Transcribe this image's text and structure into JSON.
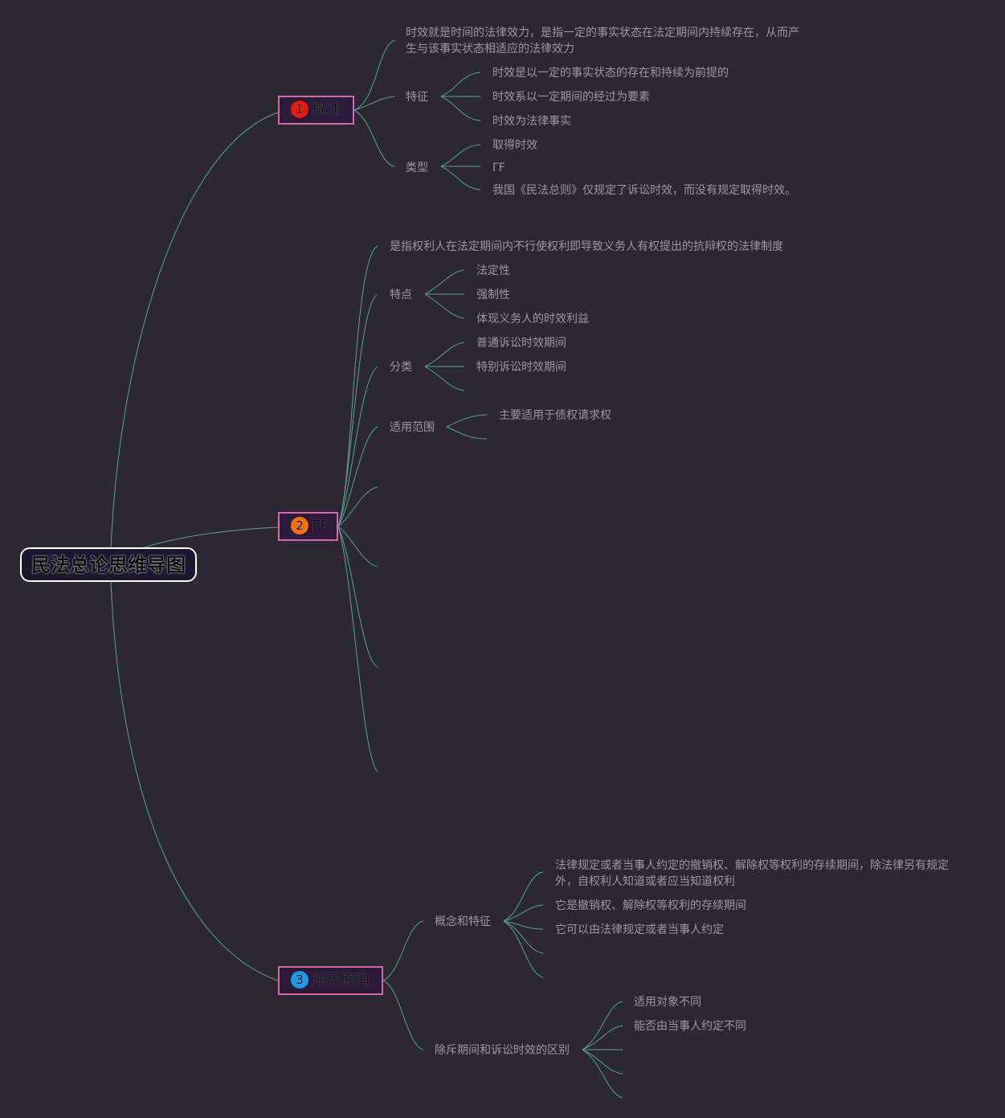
{
  "root": {
    "title": "民法总论思维导图"
  },
  "branches": [
    {
      "number": "1",
      "label": "概述",
      "badge_color": "#e31b12"
    },
    {
      "number": "2",
      "label": "ΓF",
      "badge_color": "#f07415"
    },
    {
      "number": "3",
      "label": "除斥期间",
      "badge_color": "#1f9ae8"
    }
  ],
  "b1": {
    "definition": "时效就是时间的法律效力，是指一定的事实状态在法定期间内持续存在，从而产生与该事实状态相适应的法律效力",
    "features": {
      "label": "特征",
      "items": [
        "时效是以一定的事实状态的存在和持续为前提的",
        "时效系以一定期间的经过为要素",
        "时效为法律事实"
      ]
    },
    "types": {
      "label": "类型",
      "items": [
        "取得时效",
        "ΓF",
        "我国《民法总则》仅规定了诉讼时效，而没有规定取得时效。"
      ]
    }
  },
  "b2": {
    "definition": "是指权利人在法定期间内不行使权利即导致义务人有权提出的抗辩权的法律制度",
    "traits": {
      "label": "特点",
      "items": [
        "法定性",
        "强制性",
        "体现义务人的时效利益"
      ]
    },
    "classes": {
      "label": "分类",
      "items": [
        "普通诉讼时效期间",
        "特别诉讼时效期间"
      ]
    },
    "scope": {
      "label": "适用范围",
      "items": [
        "主要适用于债权请求权"
      ]
    }
  },
  "b3": {
    "concept": {
      "label": "概念和特征",
      "items": [
        "法律规定或者当事人约定的撤销权、解除权等权利的存续期间，除法律另有规定外，自权利人知道或者应当知道权利",
        "它是撤销权、解除权等权利的存续期间",
        "它可以由法律规定或者当事人约定"
      ]
    },
    "diff": {
      "label": "除斥期间和诉讼时效的区别",
      "items": [
        "适用对象不同",
        "能否由当事人约定不同"
      ]
    }
  },
  "colors": {
    "background": "#2c2833",
    "link": "#5f9e96",
    "branch_border": "#d36aa7",
    "text": "#9c98a1"
  }
}
